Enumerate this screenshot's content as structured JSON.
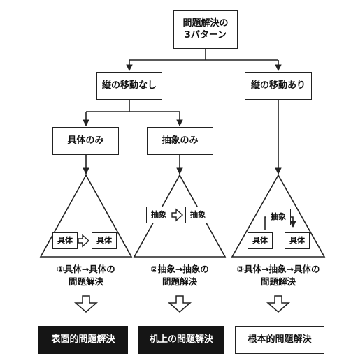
{
  "root": {
    "line1": "問題解決の",
    "line2": "3パターン"
  },
  "branches": {
    "left": "縦の移動なし",
    "right": "縦の移動あり"
  },
  "sub_branches": {
    "concrete_only": "具体のみ",
    "abstract_only": "抽象のみ"
  },
  "triangle_labels": {
    "t1_left": "具体",
    "t1_right": "具体",
    "t2_left": "抽象",
    "t2_right": "抽象",
    "t3_top": "抽象",
    "t3_left": "具体",
    "t3_right": "具体"
  },
  "captions": {
    "c1_line1": "①具体→具体の",
    "c1_line2": "問題解決",
    "c2_line1": "②抽象→抽象の",
    "c2_line2": "問題解決",
    "c3_line1": "③具体→抽象→具体の",
    "c3_line2": "問題解決"
  },
  "results": {
    "r1": "表面的問題解決",
    "r2": "机上の問題解決",
    "r3": "根本的問題解決"
  },
  "colors": {
    "line": "#222222",
    "dark_fill": "#151515",
    "light_fill": "#ffffff"
  }
}
